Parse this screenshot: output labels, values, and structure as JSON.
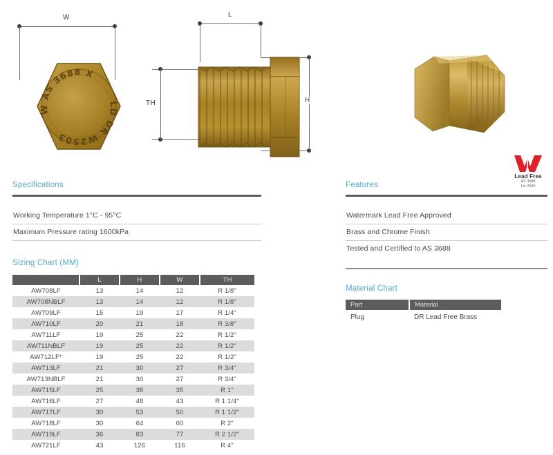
{
  "drawings": {
    "front_view": {
      "dimension_label": "W",
      "face_marking_outer": "W AS 3688 X",
      "face_marking_inner": "LD DR W2503"
    },
    "side_view": {
      "dimension_length": "L",
      "dimension_height": "H",
      "dimension_thread": "TH"
    },
    "photo_alt": "brass-hex-plug-photo"
  },
  "watermark": {
    "mark": "watermark-w-logo",
    "lead_free": "Lead Free",
    "standard": "AS 3688",
    "licence": "Lic 2503",
    "color": "#e01f26"
  },
  "specifications": {
    "title": "Specifications",
    "items": [
      "Working Temperature 1°C - 95°C",
      "Maximum Pressure rating 1600kPa"
    ]
  },
  "features": {
    "title": "Features",
    "items": [
      "Watermark Lead Free Approved",
      "Brass and Chrome Finish",
      "Tested and Certified to AS 3688"
    ]
  },
  "sizing_chart": {
    "title": "Sizing Chart (MM)",
    "columns": [
      "",
      "L",
      "H",
      "W",
      "TH"
    ],
    "rows": [
      [
        "AW708LF",
        "13",
        "14",
        "12",
        "R 1/8\""
      ],
      [
        "AW708NBLF",
        "13",
        "14",
        "12",
        "R 1/8\""
      ],
      [
        "AW709LF",
        "15",
        "19",
        "17",
        "R 1/4\""
      ],
      [
        "AW710LF",
        "20",
        "21",
        "18",
        "R 3/8\""
      ],
      [
        "AW711LF",
        "19",
        "25",
        "22",
        "R 1/2\""
      ],
      [
        "AW711NBLF",
        "19",
        "25",
        "22",
        "R 1/2\""
      ],
      [
        "AW712LF*",
        "19",
        "25",
        "22",
        "R 1/2\""
      ],
      [
        "AW713LF",
        "21",
        "30",
        "27",
        "R 3/4\""
      ],
      [
        "AW713NBLF",
        "21",
        "30",
        "27",
        "R 3/4\""
      ],
      [
        "AW715LF",
        "25",
        "38",
        "35",
        "R 1\""
      ],
      [
        "AW716LF",
        "27",
        "48",
        "43",
        "R 1 1/4\""
      ],
      [
        "AW717LF",
        "30",
        "53",
        "50",
        "R 1 1/2\""
      ],
      [
        "AW718LF",
        "30",
        "64",
        "60",
        "R 2\""
      ],
      [
        "AW719LF",
        "36",
        "83",
        "77",
        "R 2 1/2\""
      ],
      [
        "AW721LF",
        "43",
        "126",
        "116",
        "R 4\""
      ]
    ]
  },
  "material_chart": {
    "title": "Material Chart",
    "columns": [
      "Part",
      "Material"
    ],
    "rows": [
      [
        "Plug",
        "DR Lead Free Brass"
      ]
    ]
  },
  "colors": {
    "heading_blue": "#52a9dd",
    "table_header_gray": "#5c5c5c",
    "row_alt_gray": "#dcdcdc",
    "brass": "#b08a2e"
  }
}
